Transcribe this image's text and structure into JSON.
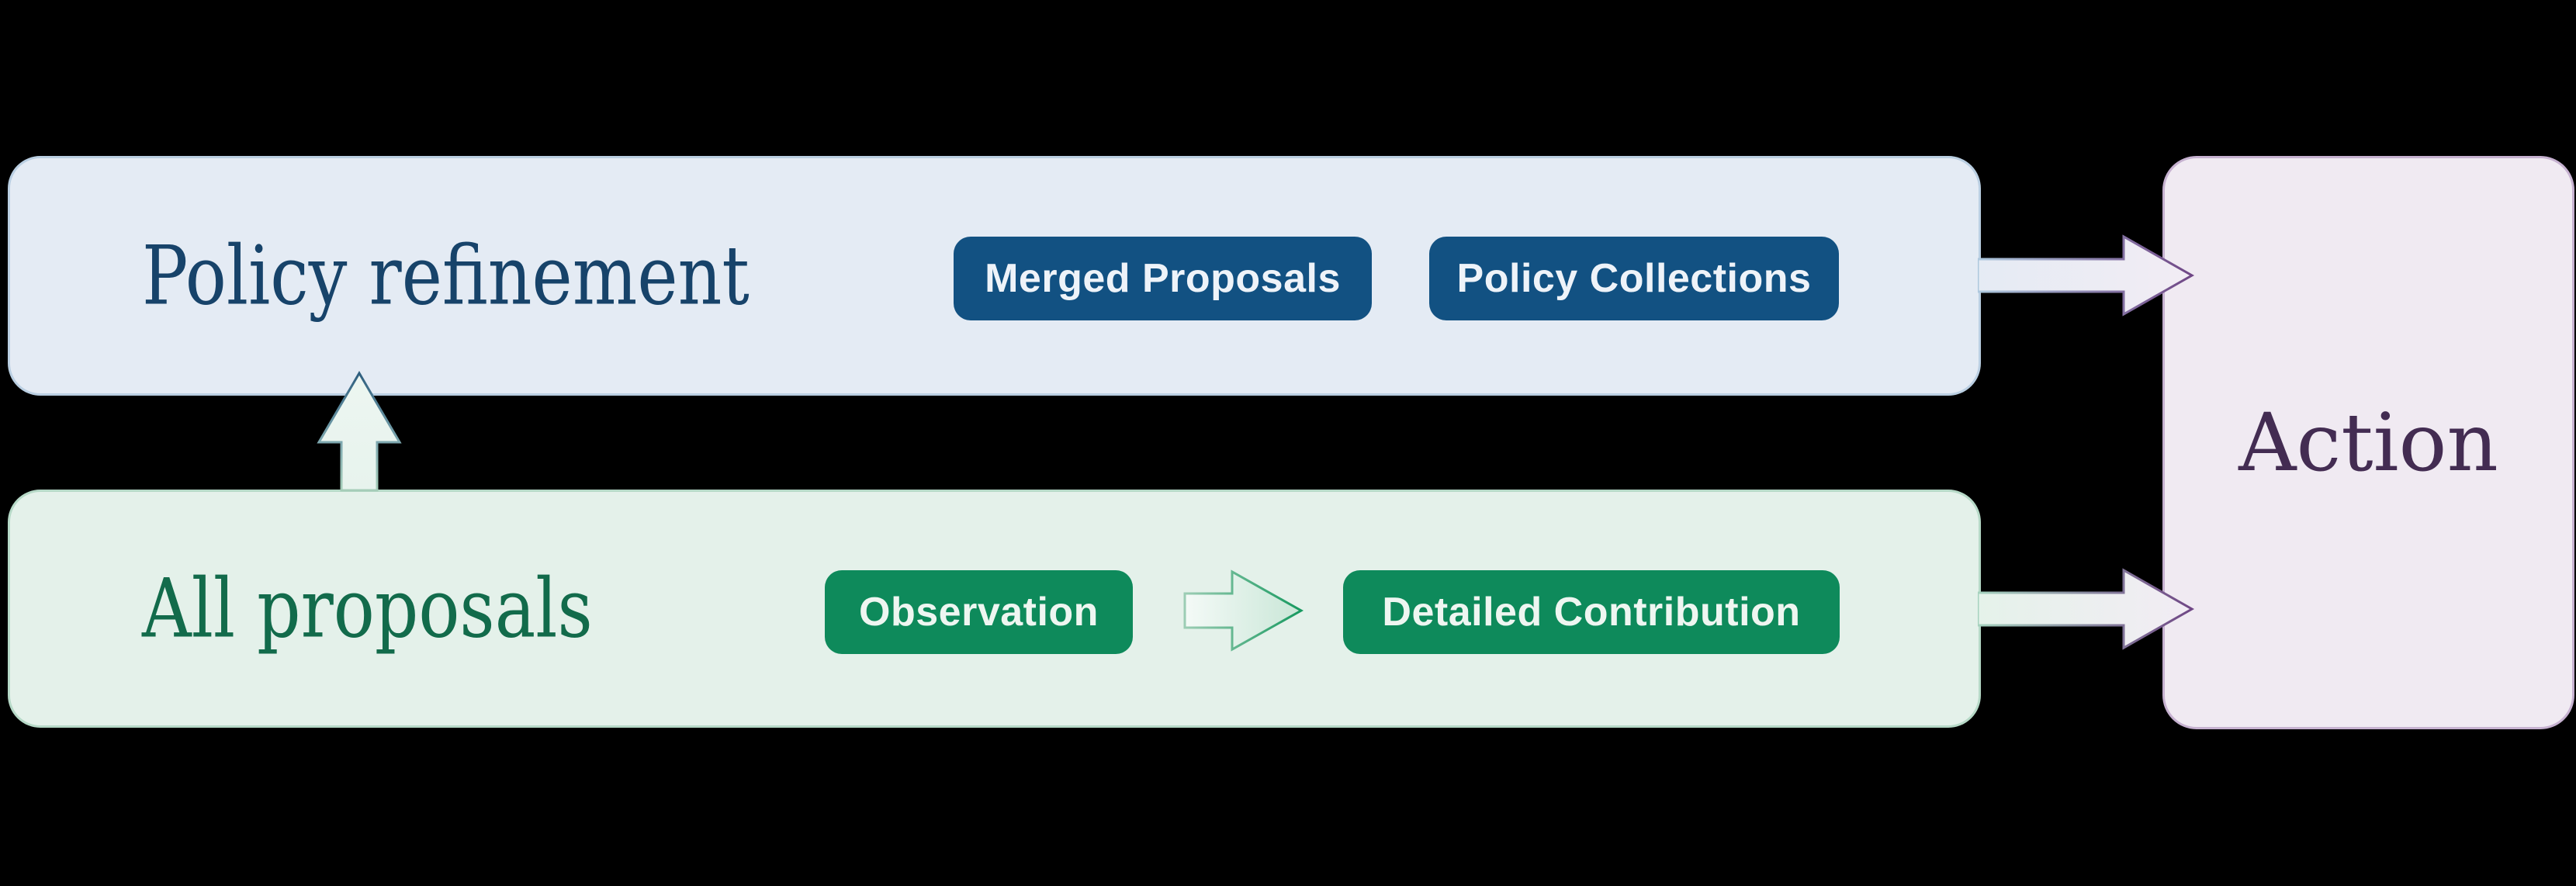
{
  "background_color": "#000000",
  "figure": {
    "policy_lane": {
      "title": "Policy refinement",
      "fill": "#e4ebf4",
      "border_color": "#bacfe2",
      "title_color": "#17436a",
      "chip_color": "#125182",
      "chip_text_color": "#eef3f9",
      "buttons": [
        {
          "label": "Merged Proposals"
        },
        {
          "label": "Policy Collections"
        }
      ]
    },
    "proposals_lane": {
      "title": "All proposals",
      "fill": "#e4f1ea",
      "border_color": "#b6d9c7",
      "title_color": "#126b4b",
      "chip_color": "#0e8a5b",
      "chip_text_color": "#eef6f1",
      "buttons": [
        {
          "label": "Observation"
        },
        {
          "label": "Detailed Contribution"
        }
      ]
    },
    "action_node": {
      "title": "Action",
      "fill": "#f0eaf2",
      "border_color": "#c6b1d0",
      "title_color": "#432c52"
    },
    "arrows": [
      {
        "name": "all-proposals-to-policy-refinement",
        "direction": "up"
      },
      {
        "name": "observation-to-detailed-contribution",
        "direction": "right"
      },
      {
        "name": "policy-refinement-to-action",
        "direction": "right"
      },
      {
        "name": "all-proposals-to-action",
        "direction": "right"
      }
    ]
  }
}
